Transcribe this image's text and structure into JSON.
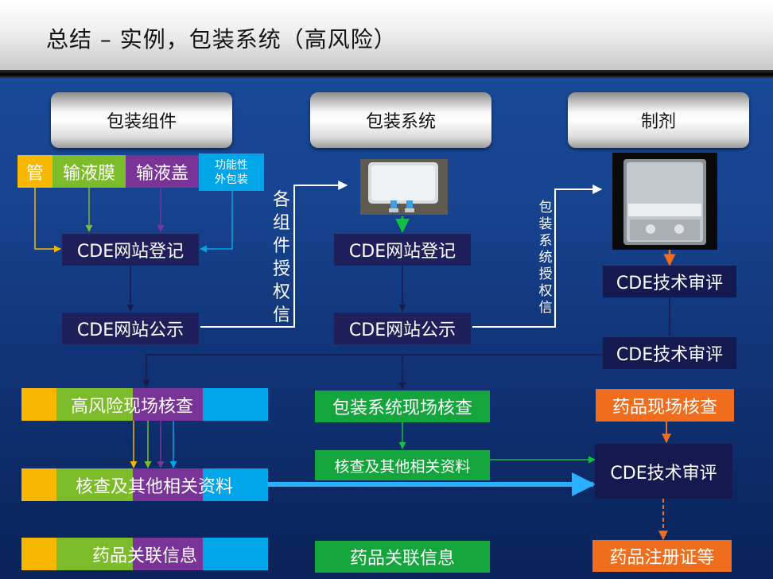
{
  "title": "总结 – 实例，包装系统（高风险）",
  "columns": {
    "left": "包装组件",
    "middle": "包装系统",
    "right": "制剂"
  },
  "components": {
    "tube": "管",
    "film": "输液膜",
    "cap": "输液盖",
    "outer_line1": "功能性",
    "outer_line2": "外包装"
  },
  "left": {
    "register": "CDE网站登记",
    "publicity": "CDE网站公示",
    "inspection": "高风险现场核查",
    "materials": "核查及其他相关资料",
    "related_info": "药品关联信息"
  },
  "middle": {
    "register": "CDE网站登记",
    "publicity": "CDE网站公示",
    "inspection": "包装系统现场核查",
    "materials": "核查及其他相关资料",
    "related_info": "药品关联信息"
  },
  "right": {
    "review1": "CDE技术审评",
    "review2": "CDE技术审评",
    "inspection": "药品现场核查",
    "review3": "CDE技术审评",
    "certificate": "药品注册证等"
  },
  "connectors": {
    "auth_letters": "各组件授权信",
    "system_auth": "包装系统授权信"
  },
  "colors": {
    "yellow": "#f8b700",
    "lime": "#7cbb2a",
    "purple": "#7a3396",
    "cyan": "#00a6e8",
    "green": "#14a53d",
    "orange": "#ef6d1c",
    "dark": "#1f1f5c"
  }
}
